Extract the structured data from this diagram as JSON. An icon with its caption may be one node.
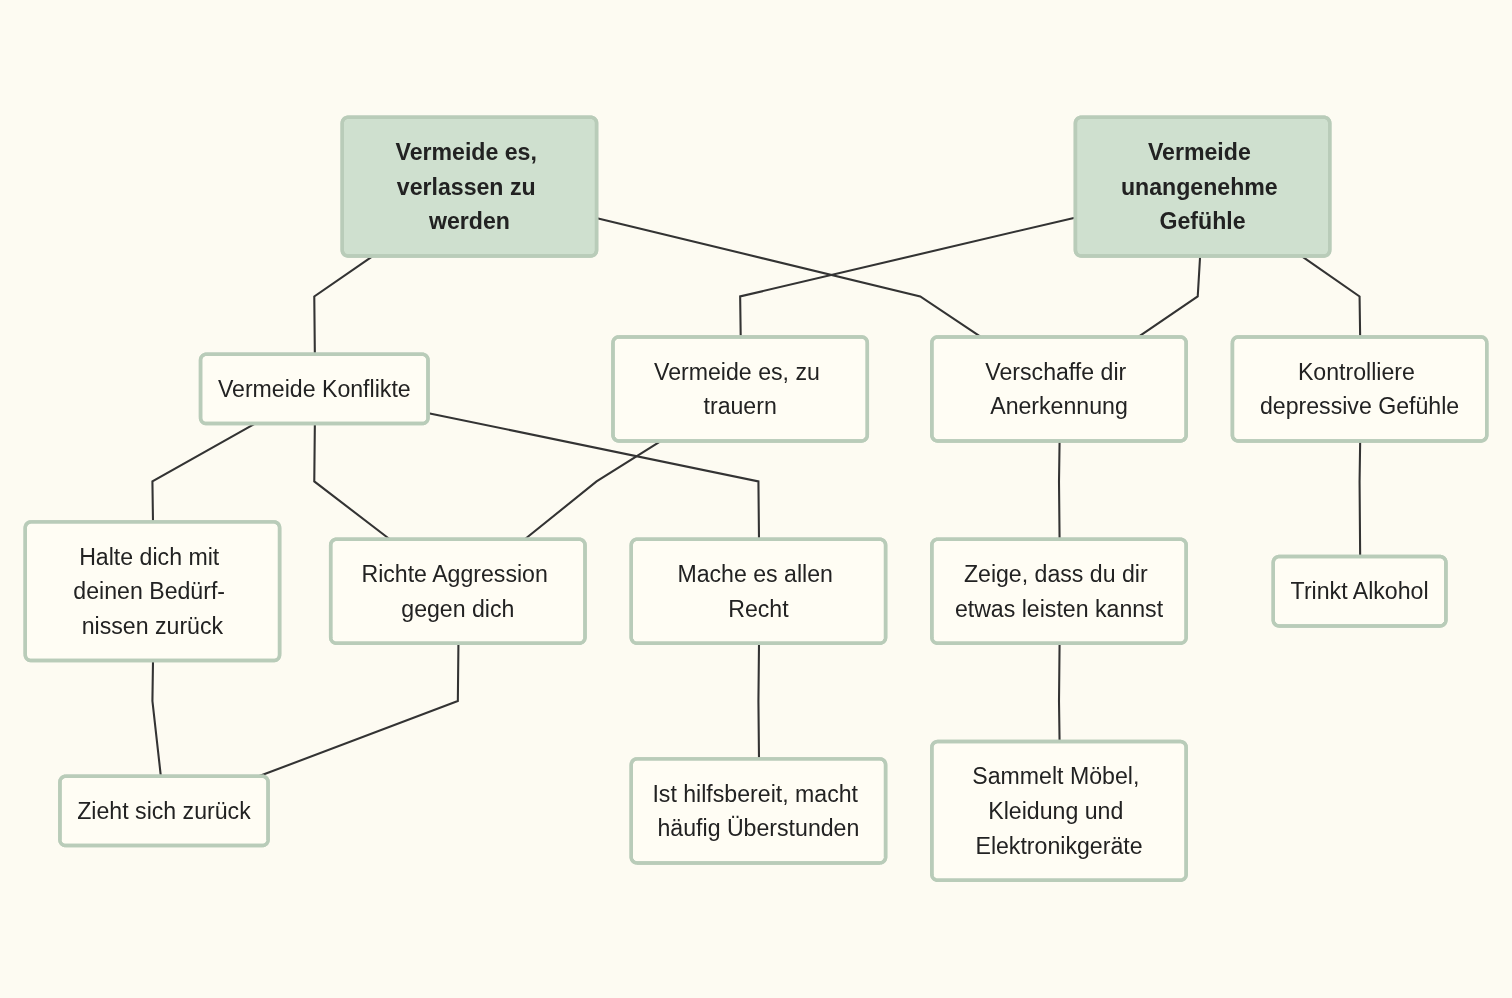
{
  "diagram": {
    "nodes": [
      {
        "text": [
          "Vermeide es, verlassen zu werden"
        ]
      },
      {
        "text": [
          "Vermeide unangenehme Gefühle"
        ]
      },
      {
        "text": [
          "Vermeide Konflikte"
        ]
      },
      {
        "text": [
          "Verschaffe dir Anerkennung"
        ]
      },
      {
        "text": [
          "Vermeide es, zu trauern"
        ]
      },
      {
        "text": [
          "Halte dich mit deinen Bedürf- nissen zurück"
        ]
      },
      {
        "text": [
          "Mache es allen Recht"
        ]
      },
      {
        "text": [
          "Zeige, dass du dir etwas leisten kannst"
        ]
      },
      {
        "text": [
          "Kontrolliere depressive Gefühle"
        ]
      },
      {
        "text": [
          "Richte Aggression gegen dich"
        ]
      },
      {
        "text": [
          "Zieht sich zurück"
        ]
      },
      {
        "text": [
          "Ist hilfsbereit, macht häufig Überstunden"
        ]
      },
      {
        "text": [
          "Sammelt Möbel, Kleidung und Elektronikgeräte"
        ]
      },
      {
        "text": [
          "Trinkt Alkohol"
        ]
      }
    ],
    "edges": [
      {
        "from": 0,
        "to": 2,
        "arrow": "none"
      },
      {
        "from": 0,
        "to": 3,
        "arrow": "none"
      },
      {
        "from": 1,
        "to": 3,
        "arrow": "none"
      },
      {
        "from": 1,
        "to": 8,
        "arrow": "none"
      },
      {
        "from": 1,
        "to": 4,
        "arrow": "none"
      },
      {
        "from": 2,
        "to": 5,
        "arrow": "none"
      },
      {
        "from": 2,
        "to": 6,
        "arrow": "none"
      },
      {
        "from": 2,
        "to": 9,
        "arrow": "none"
      },
      {
        "from": 3,
        "to": 7,
        "arrow": "none"
      },
      {
        "from": 4,
        "to": 9,
        "arrow": "none"
      },
      {
        "from": 5,
        "to": 10,
        "arrow": "none"
      },
      {
        "from": 6,
        "to": 11,
        "arrow": "none"
      },
      {
        "from": 7,
        "to": 12,
        "arrow": "none"
      },
      {
        "from": 8,
        "to": 13,
        "arrow": "none"
      },
      {
        "from": 9,
        "to": 10,
        "arrow": "none"
      }
    ]
  }
}
